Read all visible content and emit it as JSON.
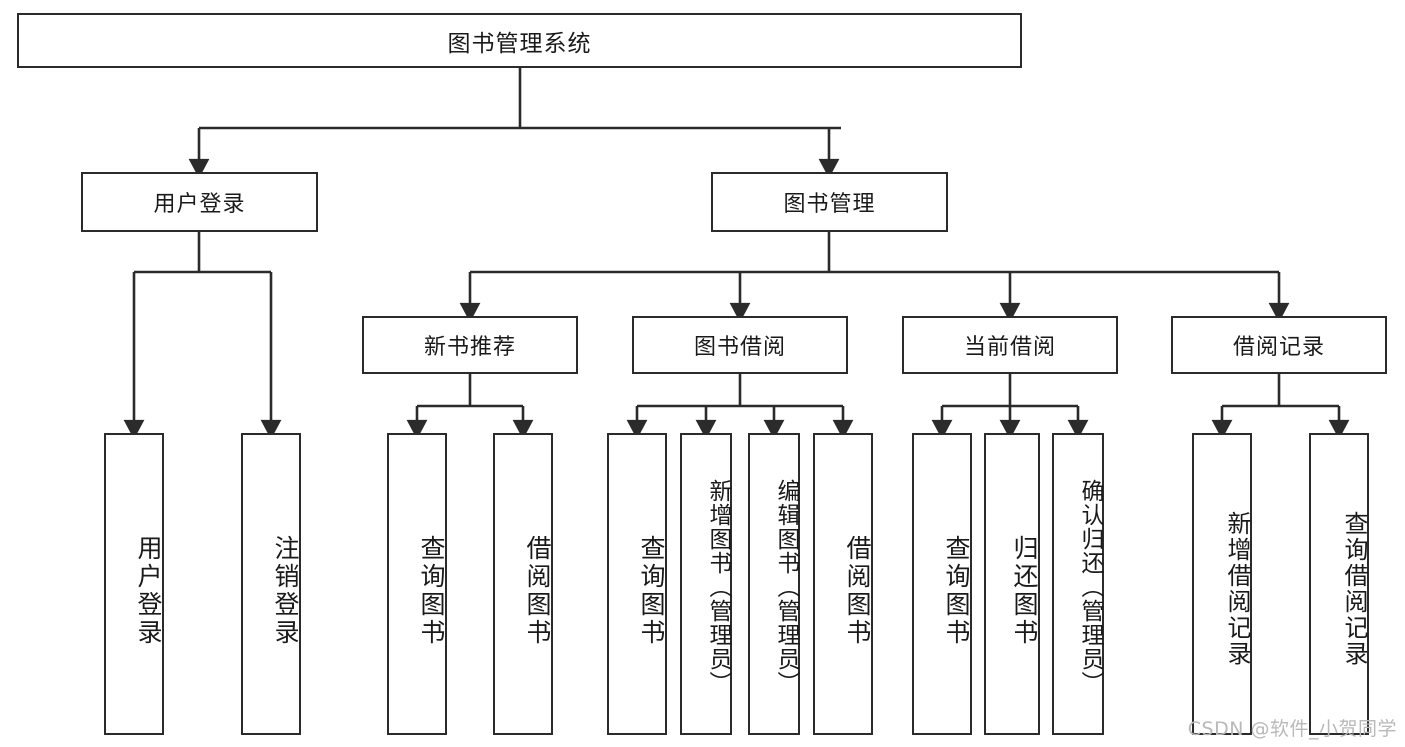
{
  "diagram": {
    "type": "tree-hierarchy",
    "title": "图书管理系统",
    "stroke_color": "#2b2b2b",
    "fill_color": "#ffffff",
    "text_color": "#1a1a1a",
    "watermark": "CSDN @软件_小贺同学"
  },
  "root": {
    "label": "图书管理系统"
  },
  "level2": [
    {
      "label": "用户登录"
    },
    {
      "label": "图书管理"
    }
  ],
  "level3": [
    {
      "label": "新书推荐"
    },
    {
      "label": "图书借阅"
    },
    {
      "label": "当前借阅"
    },
    {
      "label": "借阅记录"
    }
  ],
  "leaves": {
    "user_login": [
      {
        "label": "用户登录"
      },
      {
        "label": "注销登录"
      }
    ],
    "new_book": [
      {
        "label": "查询图书"
      },
      {
        "label": "借阅图书"
      }
    ],
    "book_borrow": [
      {
        "label": "查询图书"
      },
      {
        "label": "新增图书（管理员）"
      },
      {
        "label": "编辑图书（管理员）"
      },
      {
        "label": "借阅图书"
      }
    ],
    "current_borrow": [
      {
        "label": "查询图书"
      },
      {
        "label": "归还图书"
      },
      {
        "label": "确认归还（管理员）"
      }
    ],
    "borrow_record": [
      {
        "label": "新增借阅记录"
      },
      {
        "label": "查询借阅记录"
      }
    ]
  }
}
